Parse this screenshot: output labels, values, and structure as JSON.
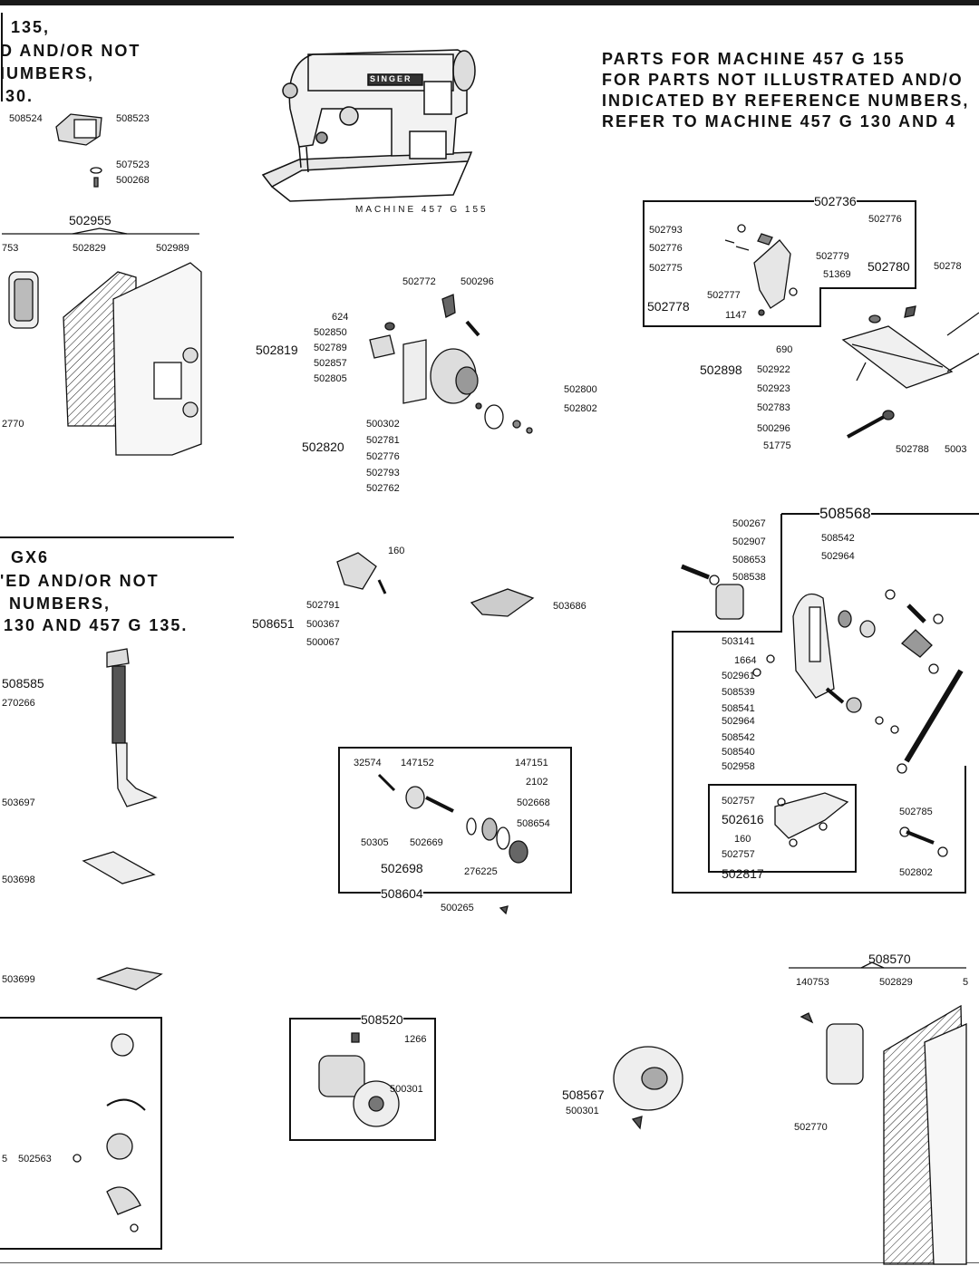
{
  "left_header_top": [
    "135,",
    "D AND/OR NOT",
    "IUMBERS,",
    "30."
  ],
  "right_header": [
    "PARTS FOR MACHINE   457 G 155",
    "FOR PARTS NOT ILLUSTRATED AND/O",
    "INDICATED BY REFERENCE NUMBERS,",
    "REFER TO MACHINE 457 G 130 AND 4"
  ],
  "machine_caption": "MACHINE 457 G 155",
  "machine_badge": "SINGER",
  "left_header_mid": [
    "GX6",
    "'ED AND/OR NOT",
    "NUMBERS,",
    "130 AND 457 G 135."
  ],
  "labels": {
    "p508524": "508524",
    "p508523": "508523",
    "p507523": "507523",
    "p500268": "500268",
    "g502955": "502955",
    "p753": "753",
    "p502829a": "502829",
    "p502989": "502989",
    "p2770": "2770",
    "p502772": "502772",
    "p500296a": "500296",
    "g502819": "502819",
    "p624": "624",
    "p502850": "502850",
    "p502789": "502789",
    "p502857": "502857",
    "p502805": "502805",
    "p502800": "502800",
    "p502802a": "502802",
    "g502820": "502820",
    "p500302": "500302",
    "p502781": "502781",
    "p502776a": "502776",
    "p502793a": "502793",
    "p502762": "502762",
    "g502736": "502736",
    "p502793b": "502793",
    "p502776b": "502776",
    "p502776c": "502776",
    "p502775": "502775",
    "p502779": "502779",
    "p51369": "51369",
    "g502780": "502780",
    "g502778": "502778",
    "p502777": "502777",
    "p1147": "1147",
    "p50278": "50278",
    "p690": "690",
    "g502898": "502898",
    "p502922": "502922",
    "p502923": "502923",
    "p502783": "502783",
    "p500296b": "500296",
    "p51775": "51775",
    "p502788": "502788",
    "p5003": "5003",
    "p160a": "160",
    "p502791": "502791",
    "g508651": "508651",
    "p500367": "500367",
    "p500067": "500067",
    "p503686": "503686",
    "g508585": "508585",
    "p270266": "270266",
    "p503697": "503697",
    "p503698": "503698",
    "p503699": "503699",
    "p32574": "32574",
    "p147152": "147152",
    "p147151": "147151",
    "p2102": "2102",
    "p502668": "502668",
    "p508654": "508654",
    "p50305": "50305",
    "p502669": "502669",
    "g502698": "502698",
    "p276225": "276225",
    "g508604": "508604",
    "p500265": "500265",
    "g508568": "508568",
    "p500267": "500267",
    "p502907": "502907",
    "p508653": "508653",
    "p508538": "508538",
    "p508542a": "508542",
    "p502964a": "502964",
    "p503141": "503141",
    "p1664": "1664",
    "p502961": "502961",
    "p508539": "508539",
    "p508541": "508541",
    "p502964b": "502964",
    "p508542b": "508542",
    "p508540": "508540",
    "p502958": "502958",
    "p502757a": "502757",
    "g502616": "502616",
    "p160b": "160",
    "p502757b": "502757",
    "g502817": "502817",
    "p502785": "502785",
    "p502802b": "502802",
    "g508570": "508570",
    "p140753": "140753",
    "p502829b": "502829",
    "p5": "5",
    "p502770": "502770",
    "g508520": "508520",
    "p1266": "1266",
    "p500301a": "500301",
    "g508567": "508567",
    "p500301b": "500301",
    "p502563": "502563",
    "p5left": "5"
  },
  "colors": {
    "ink": "#111111",
    "paper": "#ffffff"
  }
}
